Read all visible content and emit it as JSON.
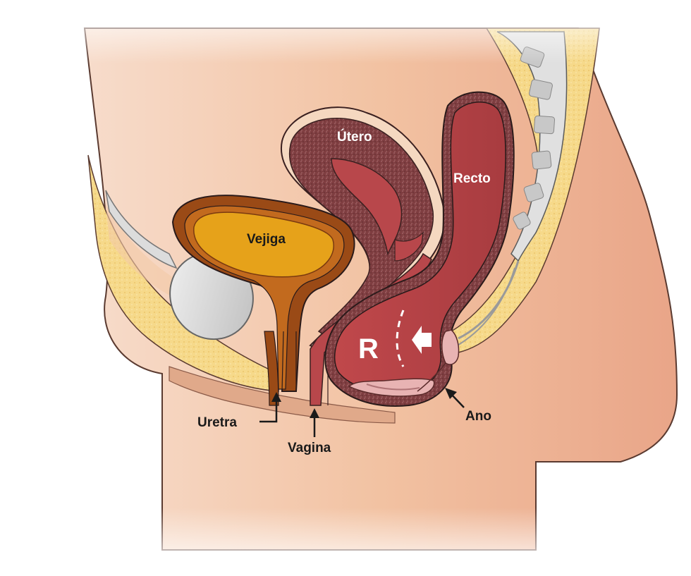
{
  "labels": {
    "utero": "Útero",
    "recto": "Recto",
    "vejiga": "Vejiga",
    "uretra": "Uretra",
    "vagina": "Vagina",
    "ano": "Ano",
    "rectocele_marker": "R"
  },
  "colors": {
    "skin": "#f3c9a6",
    "skin_dark": "#e6a889",
    "fat": "#f6d98a",
    "bone": "#d9d9d9",
    "uterus": "#7b3a3c",
    "rectum": "#b8474b",
    "bladder": "#e6a21a",
    "bladder_wall": "#9a4a16",
    "outline": "#2a1a1a"
  }
}
